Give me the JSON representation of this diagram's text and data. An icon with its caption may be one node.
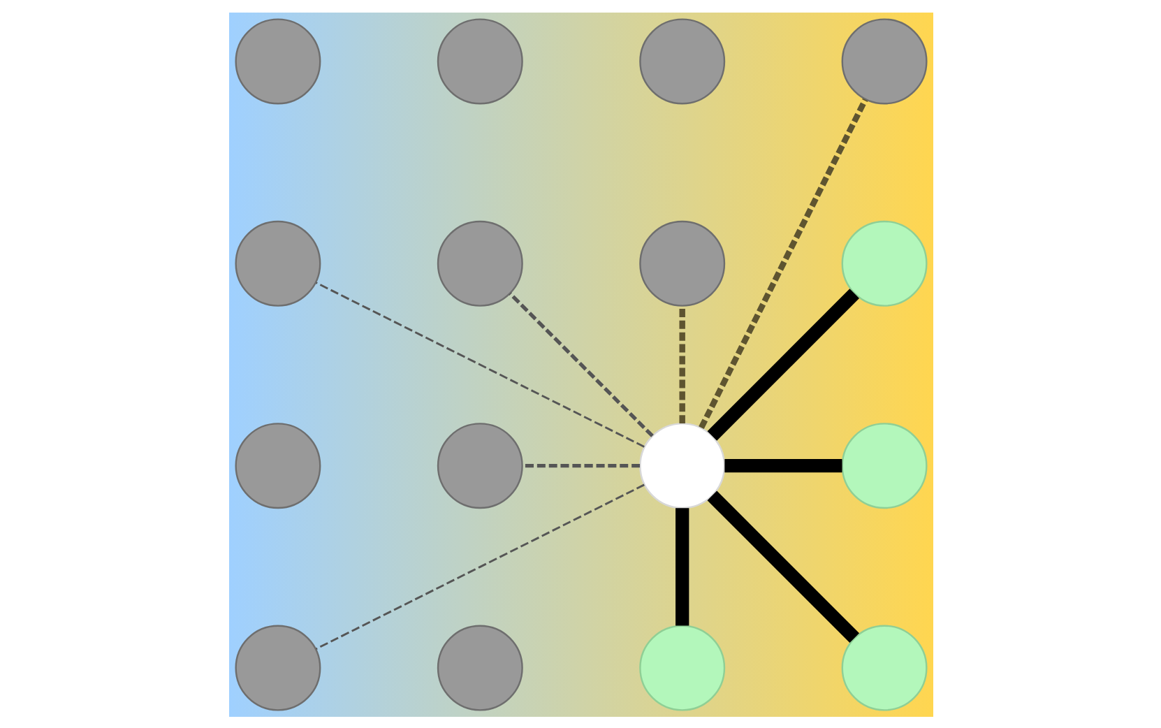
{
  "diagram": {
    "nodes": [
      {
        "text": [],
        "shape": "circle"
      },
      {
        "text": [],
        "shape": "circle"
      },
      {
        "text": [],
        "shape": "circle"
      },
      {
        "text": [],
        "shape": "circle"
      },
      {
        "text": [],
        "shape": "circle"
      },
      {
        "text": [],
        "shape": "circle"
      },
      {
        "text": [],
        "shape": "circle"
      },
      {
        "text": [],
        "shape": "circle"
      },
      {
        "text": [],
        "shape": "circle"
      },
      {
        "text": [],
        "shape": "circle"
      },
      {
        "text": [],
        "shape": "circle"
      },
      {
        "text": [],
        "shape": "circle"
      },
      {
        "text": [],
        "shape": "circle"
      },
      {
        "text": [],
        "shape": "circle"
      },
      {
        "text": [],
        "shape": "circle"
      },
      {
        "text": [],
        "shape": "circle"
      }
    ],
    "edges": [
      {
        "from": 10,
        "to": 3,
        "arrow": "none",
        "style": "dashed",
        "color": "#5e5430"
      },
      {
        "from": 10,
        "to": 4,
        "arrow": "none",
        "style": "dashed",
        "color": "#555555"
      },
      {
        "from": 10,
        "to": 5,
        "arrow": "none",
        "style": "dashed",
        "color": "#555555"
      },
      {
        "from": 10,
        "to": 6,
        "arrow": "none",
        "style": "dashed",
        "color": "#5e5430"
      },
      {
        "from": 10,
        "to": 7,
        "arrow": "none",
        "style": "thick"
      },
      {
        "from": 10,
        "to": 9,
        "arrow": "none",
        "style": "dashed",
        "color": "#555555"
      },
      {
        "from": 10,
        "to": 11,
        "arrow": "none",
        "style": "thick"
      },
      {
        "from": 10,
        "to": 12,
        "arrow": "none",
        "style": "dashed",
        "color": "#555555"
      },
      {
        "from": 10,
        "to": 14,
        "arrow": "none",
        "style": "thick"
      },
      {
        "from": 10,
        "to": 15,
        "arrow": "none",
        "style": "thick"
      }
    ]
  }
}
